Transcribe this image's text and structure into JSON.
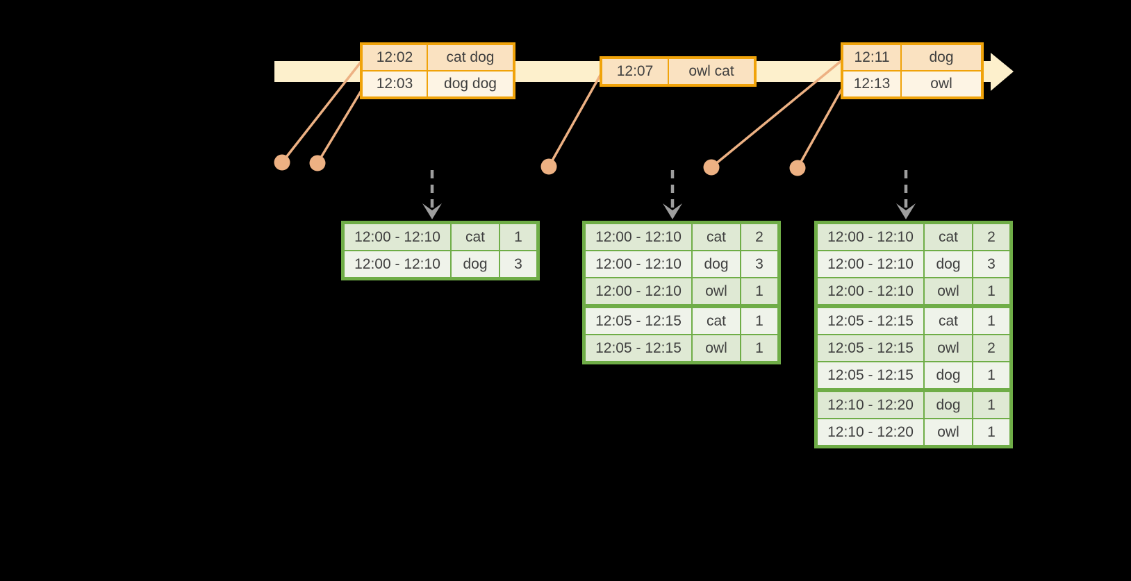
{
  "diagram_title": "windowed-word-count-stream",
  "colors": {
    "background": "#000000",
    "timeline_band": "#fdf0cc",
    "event_table_border": "#f0a30a",
    "event_row_dark": "#fae2c1",
    "event_row_light": "#fdf4e4",
    "connector_salmon": "#edb183",
    "trigger_arrow_gray": "#9e9e9e",
    "result_table_border": "#6fad47",
    "result_row_dark": "#dfe9d4",
    "result_row_light": "#eff3ea",
    "text": "#3f3f3f"
  },
  "timeline": {
    "events": [
      {
        "rows": [
          {
            "time": "12:02",
            "words": "cat dog"
          },
          {
            "time": "12:03",
            "words": "dog dog"
          }
        ]
      },
      {
        "rows": [
          {
            "time": "12:07",
            "words": "owl cat"
          }
        ]
      },
      {
        "rows": [
          {
            "time": "12:11",
            "words": "dog"
          },
          {
            "time": "12:13",
            "words": "owl"
          }
        ]
      }
    ]
  },
  "result_tables": [
    {
      "rows": [
        {
          "window": "12:00 - 12:10",
          "word": "cat",
          "count": "1"
        },
        {
          "window": "12:00 - 12:10",
          "word": "dog",
          "count": "3"
        }
      ]
    },
    {
      "rows": [
        {
          "window": "12:00 - 12:10",
          "word": "cat",
          "count": "2"
        },
        {
          "window": "12:00 - 12:10",
          "word": "dog",
          "count": "3"
        },
        {
          "window": "12:00 - 12:10",
          "word": "owl",
          "count": "1"
        },
        {
          "window": "12:05 - 12:15",
          "word": "cat",
          "count": "1"
        },
        {
          "window": "12:05 - 12:15",
          "word": "owl",
          "count": "1"
        }
      ]
    },
    {
      "rows": [
        {
          "window": "12:00 - 12:10",
          "word": "cat",
          "count": "2"
        },
        {
          "window": "12:00 - 12:10",
          "word": "dog",
          "count": "3"
        },
        {
          "window": "12:00 - 12:10",
          "word": "owl",
          "count": "1"
        },
        {
          "window": "12:05 - 12:15",
          "word": "cat",
          "count": "1"
        },
        {
          "window": "12:05 - 12:15",
          "word": "owl",
          "count": "2"
        },
        {
          "window": "12:05 - 12:15",
          "word": "dog",
          "count": "1"
        },
        {
          "window": "12:10 - 12:20",
          "word": "dog",
          "count": "1"
        },
        {
          "window": "12:10 - 12:20",
          "word": "owl",
          "count": "1"
        }
      ]
    }
  ]
}
